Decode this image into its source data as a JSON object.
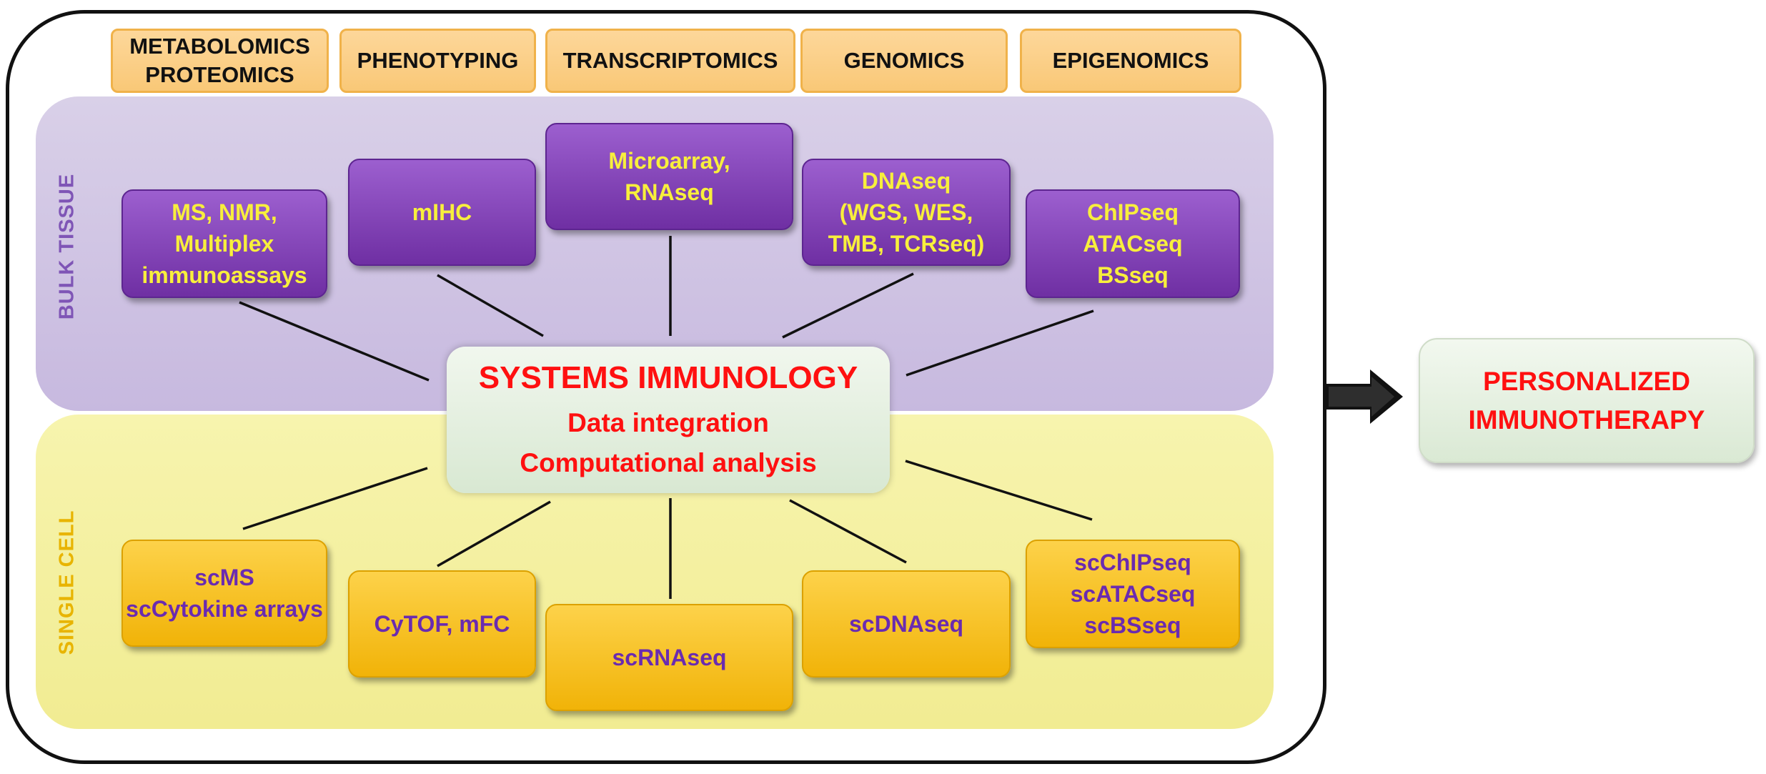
{
  "omics_headers": [
    "METABOLOMICS\nPROTEOMICS",
    "PHENOTYPING",
    "TRANSCRIPTOMICS",
    "GENOMICS",
    "EPIGENOMICS"
  ],
  "bands": {
    "bulk_label": "BULK TISSUE",
    "single_label": "SINGLE CELL"
  },
  "bulk_methods": [
    "MS, NMR,\nMultiplex\nimmunoassays",
    "mIHC",
    "Microarray,\nRNAseq",
    "DNAseq\n(WGS, WES,\nTMB, TCRseq)",
    "ChIPseq\nATACseq\nBSseq"
  ],
  "single_methods": [
    "scMS\nscCytokine arrays",
    "CyTOF, mFC",
    "scRNAseq",
    "scDNAseq",
    "scChIPseq\nscATACseq\nscBSseq"
  ],
  "center": {
    "title": "SYSTEMS IMMUNOLOGY",
    "line1": "Data integration",
    "line2": "Computational analysis"
  },
  "outcome": "PERSONALIZED\nIMMUNOTHERAPY",
  "colors": {
    "header_fill": "#f9c877",
    "bulk_band": "#cfc3e3",
    "single_band": "#f4f0a0",
    "purple_box": "#7b3bb0",
    "yellow_box": "#f6c21f",
    "red_text": "#ff1010"
  }
}
